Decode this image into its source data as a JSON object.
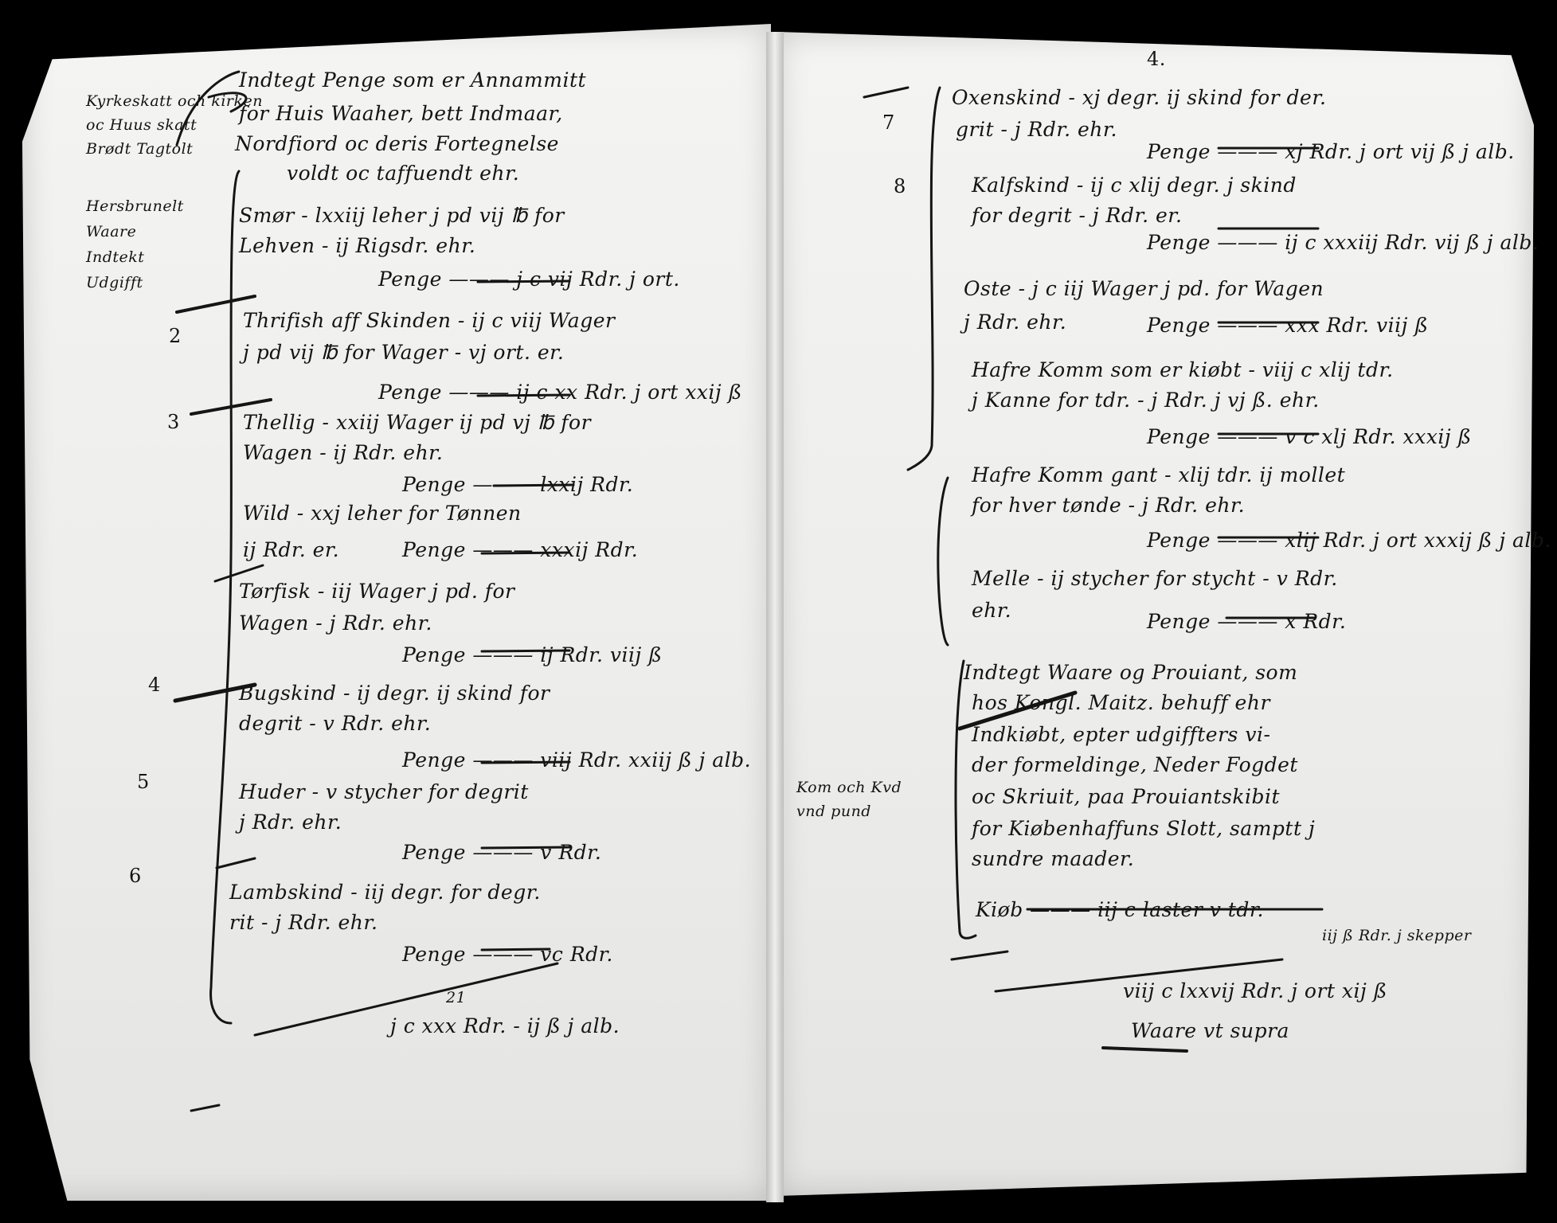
{
  "left_page": {
    "margin": [
      "Kyrkeskatt och kirken",
      "oc Huus skatt",
      "Brødt Tagtolt",
      "Hersbrunelt",
      "Waare",
      "Indtekt",
      "Udgifft"
    ],
    "folio_markers": [
      "2",
      "3",
      "4",
      "5",
      "6"
    ],
    "entries": [
      "Indtegt Penge som er Annammitt",
      "for Huis Waaher, bett Indmaar,",
      "Nordfiord oc deris Fortegnelse",
      "voldt oc taffuendt ehr.",
      "Smør - lxxiij leher j pd vij ℔ for",
      "Lehven - ij Rigsdr. ehr.",
      "Penge ——— j c vij Rdr. j ort.",
      "Thrifish aff Skinden - ij c viij Wager",
      "j pd vij ℔ for Wager - vj ort. er.",
      "Penge ——— ij c xx Rdr. j ort xxij ß",
      "Thellig - xxiij Wager ij pd vj ℔ for",
      "Wagen - ij Rdr. ehr.",
      "Penge ——— lxxij Rdr.",
      "Wild - xxj leher for Tønnen",
      "ij Rdr. er.",
      "Penge ——— xxxij Rdr.",
      "Tørfisk - iij Wager j pd. for",
      "Wagen - j Rdr. ehr.",
      "Penge ——— ij Rdr. viij ß",
      "Bugskind - ij degr. ij skind for",
      "degrit - v Rdr. ehr.",
      "Penge ——— viij Rdr. xxiij ß j alb.",
      "Huder - v stycher for degrit",
      "j Rdr. ehr.",
      "Penge ——— v Rdr.",
      "Lambskind - iij degr. for degr.",
      "rit - j Rdr. ehr.",
      "Penge ——— vc Rdr."
    ],
    "subtotal_mark": "21",
    "total": "j c xxx Rdr. - ij ß j alb."
  },
  "right_page": {
    "page_number": "4.",
    "margin": [
      "7",
      "8"
    ],
    "margin_note_lines": [
      "Kom och Kvd",
      "vnd pund"
    ],
    "entries": [
      "Oxenskind - xj degr. ij skind for der.",
      "grit - j Rdr. ehr.",
      "Penge ——— xj Rdr. j ort vij ß j alb.",
      "Kalfskind - ij c xlij degr. j skind",
      "for degrit - j Rdr. er.",
      "Penge ——— ij c xxxiij Rdr. vij ß j alb.",
      "Oste - j c iij Wager j pd. for Wagen",
      "j Rdr. ehr.",
      "Penge ——— xxx Rdr. viij ß",
      "Hafre Komm som er kiøbt - viij c xlij tdr.",
      "j Kanne for tdr. - j Rdr. j vj ß. ehr.",
      "Penge ——— v c xlj Rdr. xxxij ß",
      "Hafre Komm gant - xlij tdr. ij mollet",
      "for hver tønde - j Rdr. ehr.",
      "Penge ——— xlij Rdr. j ort xxxij ß j alb.",
      "Melle - ij stycher for stycht - v Rdr.",
      "ehr.",
      "Penge ——— x Rdr.",
      "Indtegt Waare og Prouiant, som",
      "hos Kongl. Maitz. behuff ehr",
      "Indkiøbt, epter udgiffters vi-",
      "der formeldinge, Neder Fogdet",
      "oc Skriuit, paa Prouiantskibit",
      "for Kiøbenhaffuns Slott, samptt j",
      "sundre maader.",
      "Kiøb ——— iij c laster v tdr.",
      "iij ß Rdr. j skepper"
    ],
    "total": "viij c lxxvij Rdr. j ort xij ß",
    "closing": "Waare vt supra"
  }
}
